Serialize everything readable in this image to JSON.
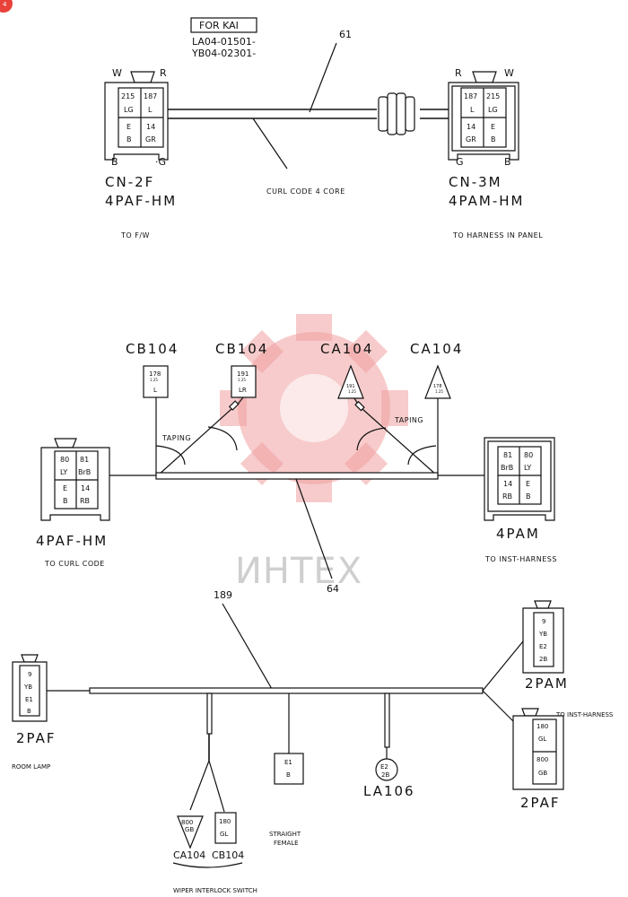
{
  "page_badge": "4",
  "watermark": {
    "text": "ИНТЕХ"
  },
  "top": {
    "for_label": "FOR KAI",
    "codes": [
      "LA04-01501-",
      "YB04-02301-"
    ],
    "wire_no": "61",
    "curl_label": "CURL CODE 4 CORE",
    "left_conn": {
      "corner_w": "W",
      "corner_r": "R",
      "corner_b": "B",
      "corner_g": "·G",
      "cells": [
        [
          "215",
          "187"
        ],
        [
          "LG",
          "L"
        ],
        [
          "E",
          "14"
        ],
        [
          "B",
          "GR"
        ]
      ],
      "name": "CN-2F",
      "type": "4PAF-HM",
      "dest": "TO F/W"
    },
    "right_conn": {
      "corner_r": "R",
      "corner_w": "W",
      "corner_g": "G",
      "corner_b": "B",
      "cells": [
        [
          "187",
          "215"
        ],
        [
          "L",
          "LG"
        ],
        [
          "14",
          "E"
        ],
        [
          "GR",
          "B"
        ]
      ],
      "name": "CN-3M",
      "type": "4PAM-HM",
      "dest": "TO HARNESS IN PANEL"
    }
  },
  "mid": {
    "labels": [
      "CB104",
      "CB104",
      "CA104",
      "CA104"
    ],
    "tag1": {
      "num": "178",
      "size": "1.25",
      "color": "L"
    },
    "tag2": {
      "num": "191",
      "size": "1.25",
      "color": "LR"
    },
    "tag3": {
      "num": "191",
      "size": "1.25"
    },
    "tag4": {
      "num": "178",
      "size": "1.25"
    },
    "taping": "TAPING",
    "wire_no": "64",
    "left_conn": {
      "cells": [
        [
          "80",
          "81"
        ],
        [
          "LY",
          "BrB"
        ],
        [
          "E",
          "14"
        ],
        [
          "B",
          "RB"
        ]
      ],
      "type": "4PAF-HM",
      "dest": "TO CURL CODE"
    },
    "right_conn": {
      "cells": [
        [
          "81",
          "80"
        ],
        [
          "BrB",
          "LY"
        ],
        [
          "14",
          "E"
        ],
        [
          "RB",
          "B"
        ]
      ],
      "type": "4PAM",
      "dest": "TO INST-HARNESS"
    }
  },
  "bottom": {
    "wire_no": "189",
    "left_conn": {
      "cells": [
        "9",
        "YB",
        "E1",
        "B"
      ],
      "type": "2PAF",
      "dest": "ROOM LAMP"
    },
    "ca104": {
      "num": "800",
      "color": "GB",
      "label": "CA104"
    },
    "cb104": {
      "num": "180",
      "color": "GL",
      "label": "CB104"
    },
    "wiper_label": "WIPER INTERLOCK SWITCH",
    "straight": {
      "num": "E1",
      "color": "B",
      "label1": "STRAIGHT",
      "label2": "FEMALE"
    },
    "la106": {
      "num": "E2",
      "color": "2B",
      "label": "LA106"
    },
    "right_top": {
      "cells": [
        "9",
        "YB",
        "E2",
        "2B"
      ],
      "type": "2PAM"
    },
    "right_bot": {
      "cells": [
        "180",
        "GL",
        "800",
        "GB"
      ],
      "type": "2PAF"
    },
    "inst_label": "TO INST-HARNESS"
  }
}
